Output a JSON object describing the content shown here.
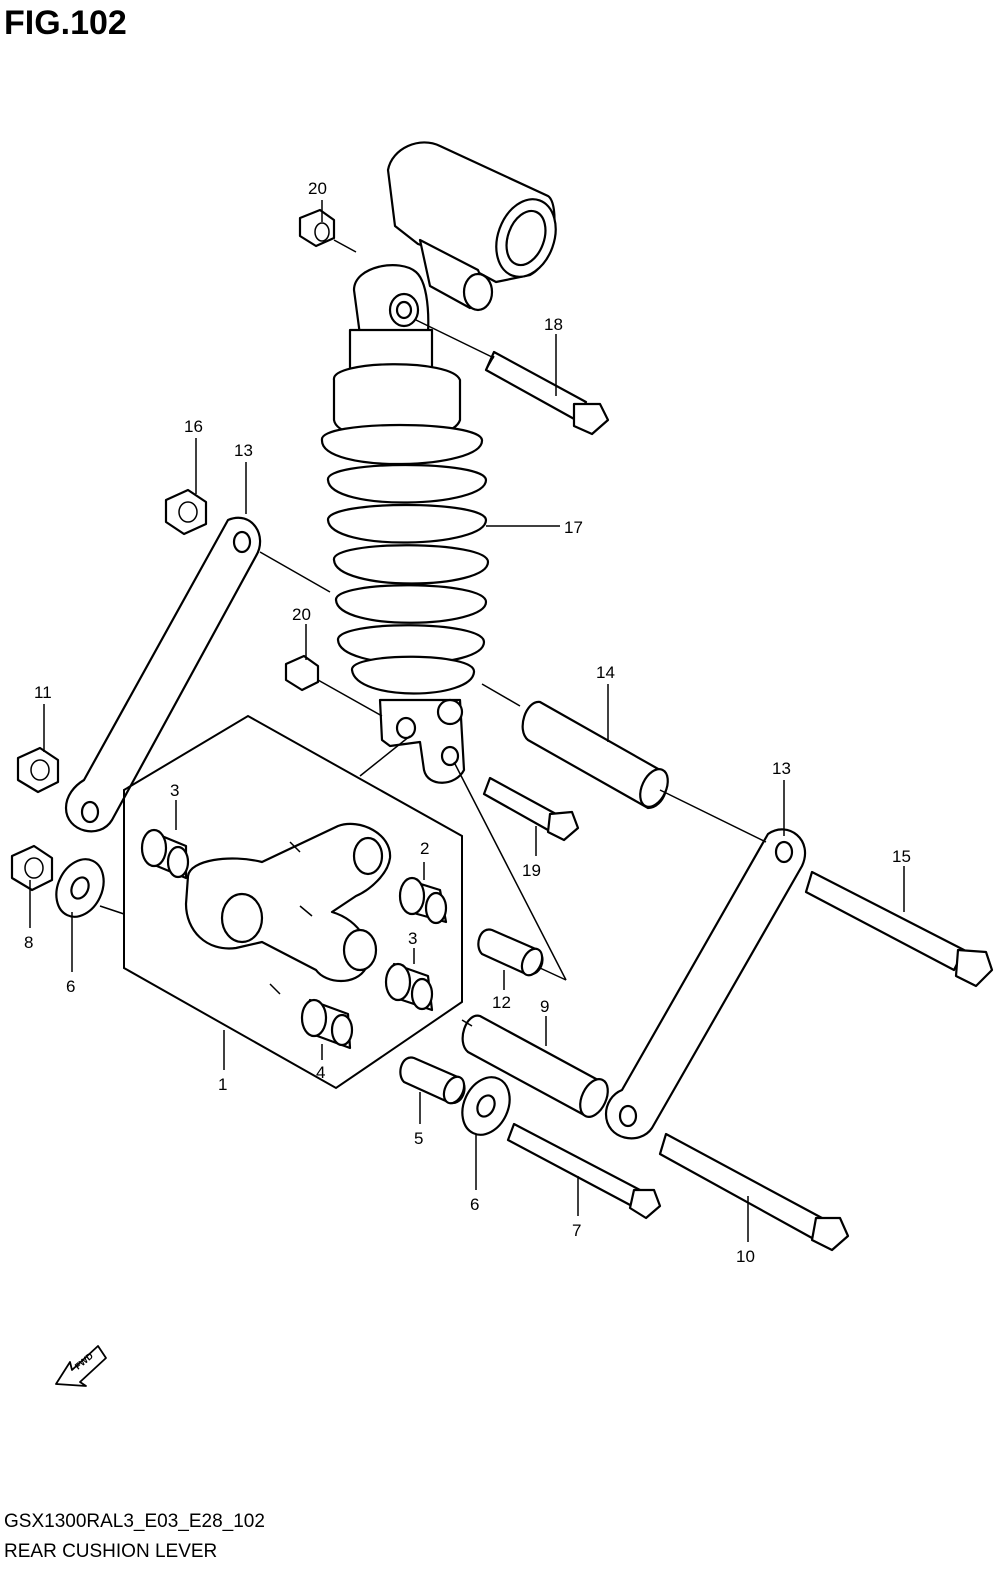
{
  "header": {
    "figure_title": "FIG.102"
  },
  "footer": {
    "model_code": "GSX1300RAL3_E03_E28_102",
    "diagram_name": "REAR CUSHION LEVER"
  },
  "direction_marker": {
    "label": "FWD",
    "icon": "fwd-arrow-icon"
  },
  "callouts": {
    "c1": "1",
    "c2": "2",
    "c3a": "3",
    "c3b": "3",
    "c4": "4",
    "c5": "5",
    "c6a": "6",
    "c6b": "6",
    "c7": "7",
    "c8": "8",
    "c9": "9",
    "c10": "10",
    "c11": "11",
    "c12": "12",
    "c13a": "13",
    "c13b": "13",
    "c14": "14",
    "c15": "15",
    "c16": "16",
    "c17": "17",
    "c18": "18",
    "c19": "19",
    "c20a": "20",
    "c20b": "20"
  },
  "colors": {
    "line": "#000000",
    "background": "#ffffff"
  }
}
